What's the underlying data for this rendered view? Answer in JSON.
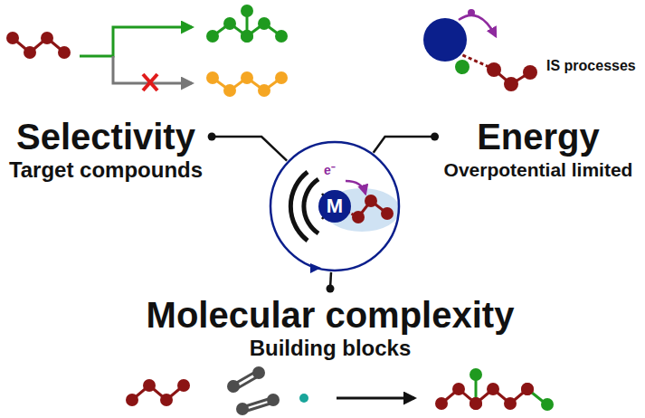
{
  "diagram": {
    "nodes": [
      {
        "text": [
          "Selectivity",
          "Target compounds"
        ]
      },
      {
        "text": [
          "Energy",
          "Overpotential limited"
        ]
      },
      {
        "text": [
          "M"
        ]
      },
      {
        "text": [
          "Molecular complexity",
          "Building blocks"
        ]
      }
    ],
    "edges": [
      {
        "from": 0,
        "to": 2,
        "arrow": "none"
      },
      {
        "from": 1,
        "to": 2,
        "arrow": "none"
      },
      {
        "from": 3,
        "to": 2,
        "arrow": "none"
      }
    ],
    "labels": [
      "IS processes",
      "e⁻"
    ]
  }
}
